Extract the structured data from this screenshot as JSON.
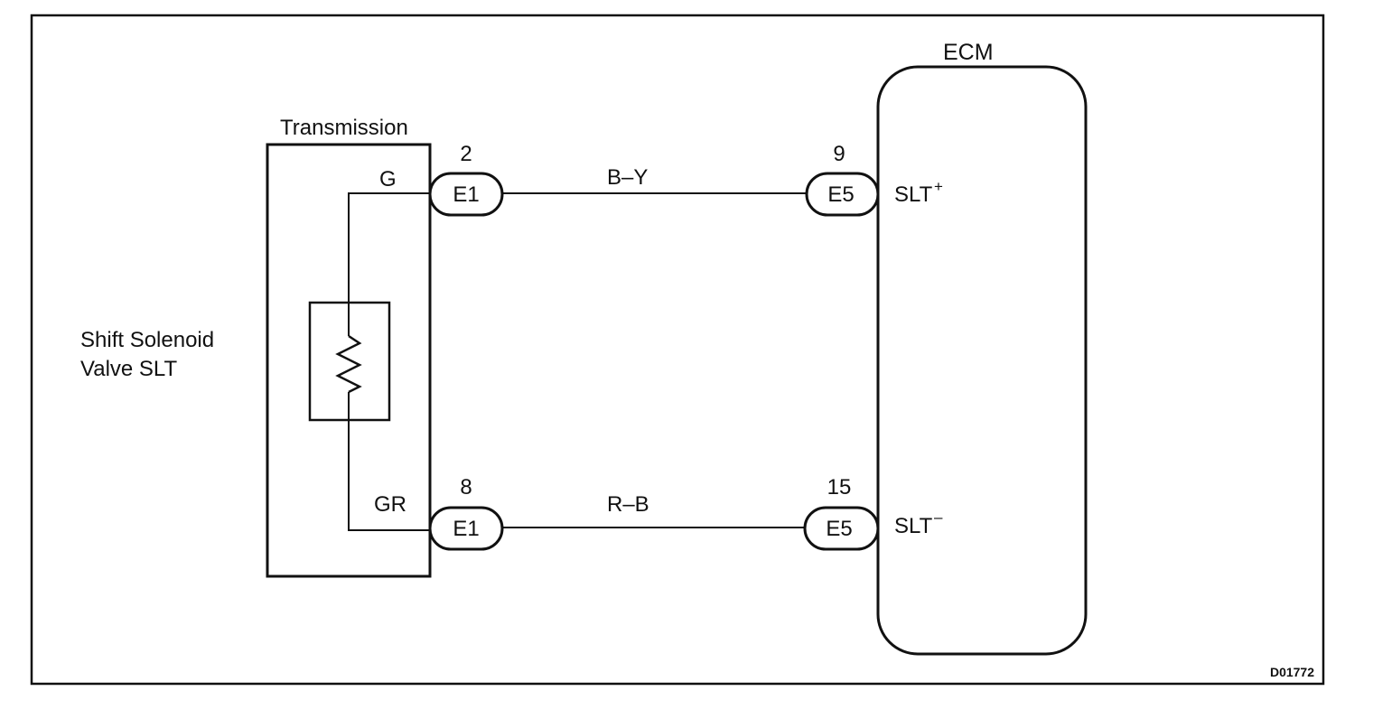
{
  "components": {
    "ecm": "ECM",
    "transmission": "Transmission",
    "solenoid_line1": "Shift Solenoid",
    "solenoid_line2": "Valve SLT"
  },
  "terminals": {
    "t_top_left_pin": "2",
    "t_top_right_pin": "9",
    "t_bot_left_pin": "8",
    "t_bot_right_pin": "15",
    "wire_top_left": "G",
    "wire_bot_left": "GR",
    "conn_top_left": "E1",
    "conn_top_right": "E5",
    "conn_bot_left": "E1",
    "conn_bot_right": "E5",
    "slt_plus_base": "SLT",
    "slt_plus_sup": "+",
    "slt_minus_base": "SLT",
    "slt_minus_sup": "–"
  },
  "wires": {
    "top_color": "B–Y",
    "bottom_color": "R–B"
  },
  "code": "D01772",
  "colors": {
    "line": "#111111",
    "background": "#ffffff"
  }
}
